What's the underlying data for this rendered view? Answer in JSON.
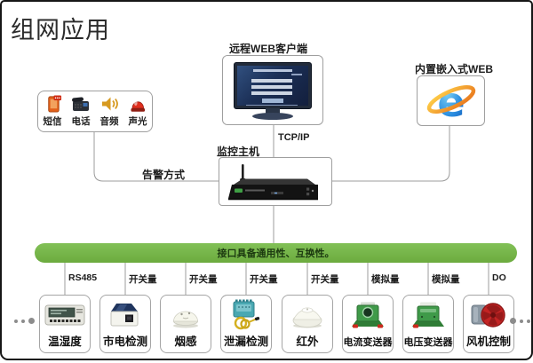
{
  "title": "组网应用",
  "colors": {
    "bus_green": "#76b74a",
    "line_gray": "#9c9c9c",
    "border_black": "#161616"
  },
  "remote_web": {
    "label": "远程WEB客户端"
  },
  "embedded_web": {
    "label": "内置嵌入式WEB",
    "icon": "internet-explorer-logo",
    "logo_letter": "e"
  },
  "host": {
    "label": "监控主机"
  },
  "links": {
    "tcp_ip": "TCP/IP",
    "alarm_method": "告警方式"
  },
  "alarm_box": {
    "items": [
      {
        "label": "短信",
        "icon": "sms-phone-icon"
      },
      {
        "label": "电话",
        "icon": "desk-phone-icon"
      },
      {
        "label": "音频",
        "icon": "speaker-icon"
      },
      {
        "label": "声光",
        "icon": "siren-icon"
      }
    ]
  },
  "bus": {
    "label": "接口具备通用性、互换性。"
  },
  "devices": [
    {
      "name": "温湿度",
      "signal": "RS485",
      "icon": "temperature-humidity-sensor"
    },
    {
      "name": "市电检测",
      "signal": "开关量",
      "icon": "mains-power-detector"
    },
    {
      "name": "烟感",
      "signal": "开关量",
      "icon": "smoke-detector"
    },
    {
      "name": "泄漏检测",
      "signal": "开关量",
      "icon": "leak-detector"
    },
    {
      "name": "红外",
      "signal": "开关量",
      "icon": "infrared-detector"
    },
    {
      "name": "电流变送器",
      "signal": "模拟量",
      "icon": "current-transmitter"
    },
    {
      "name": "电压变送器",
      "signal": "模拟量",
      "icon": "voltage-transmitter"
    },
    {
      "name": "风机控制",
      "signal": "DO",
      "icon": "fan-controller"
    }
  ]
}
